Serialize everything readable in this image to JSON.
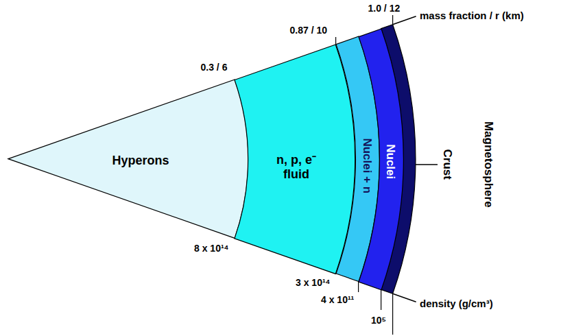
{
  "diagram": {
    "nodes": [
      {
        "text": [
          "Hyperons"
        ]
      },
      {
        "text": [
          "n, p, e⁻ fluid"
        ]
      },
      {
        "text": [
          "Nuclei + n"
        ]
      },
      {
        "text": [
          "Nuclei"
        ]
      }
    ],
    "labels": [
      "1.0 / 12",
      "mass fraction / r (km)",
      "0.87 / 10",
      "0.3 / 6",
      "Crust",
      "Magnetosphere",
      "8 x 10¹⁴",
      "3 x 10¹⁴",
      "4 x 10¹¹",
      "10⁵",
      "density (g/cm³)"
    ]
  }
}
